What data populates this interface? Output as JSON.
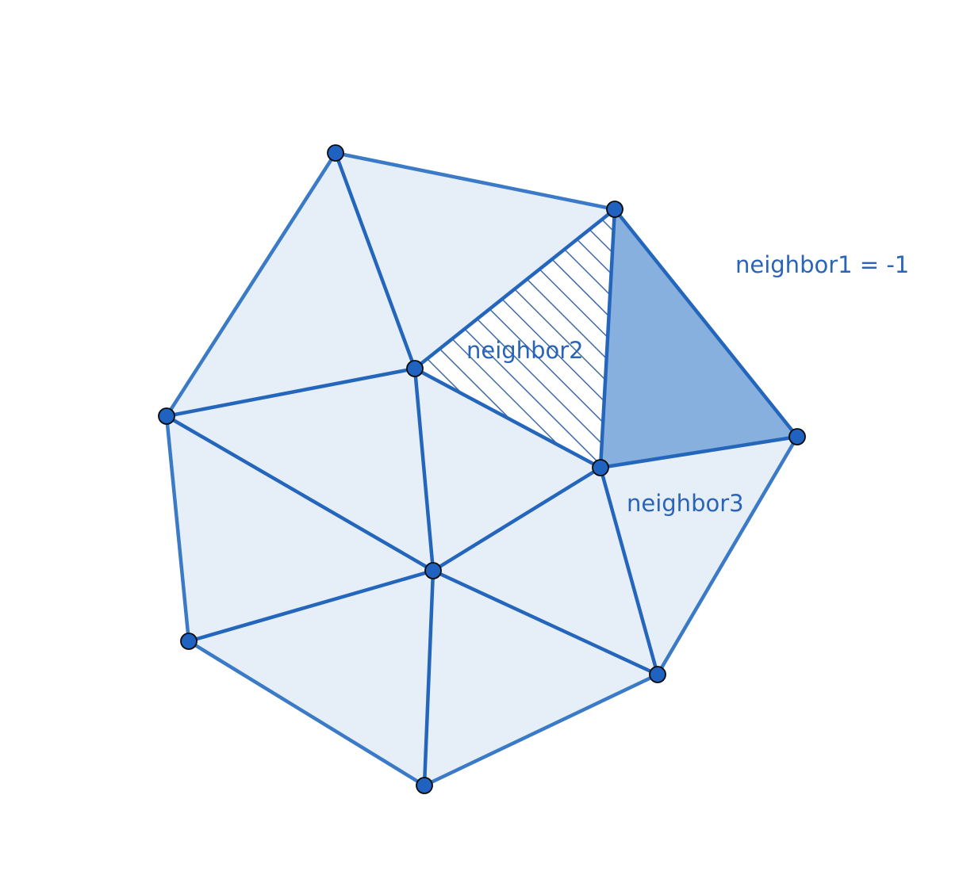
{
  "labels": {
    "neighbor1": "neighbor1 = -1",
    "neighbor2": "neighbor2",
    "neighbor3": "neighbor3"
  },
  "colors": {
    "triangle_fill": "#e6eff8",
    "selected_triangle_fill": "#88b0de",
    "hatch_stroke": "#3f6aa8",
    "edge": "#2566bd",
    "vertex_fill": "#1f62c0",
    "label_text": "#2a64b8"
  }
}
